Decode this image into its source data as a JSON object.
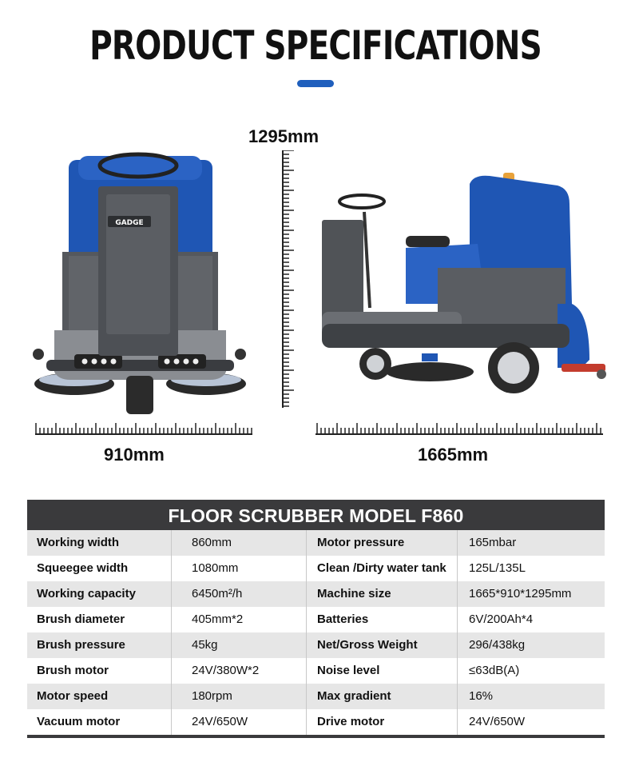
{
  "page": {
    "title": "PRODUCT SPECIFICATIONS",
    "accent_color": "#1f5fbd"
  },
  "dimensions": {
    "height": "1295mm",
    "width": "910mm",
    "length": "1665mm"
  },
  "machine": {
    "brand_logo": "GADGE",
    "body_color": "#1f56b4",
    "frame_color": "#4a4d52"
  },
  "table": {
    "header": "FLOOR SCRUBBER MODEL F860",
    "header_bg": "#3a3a3c",
    "rows": [
      {
        "l1": "Working width",
        "v1": "860mm",
        "l2": "Motor pressure",
        "v2": "165mbar"
      },
      {
        "l1": "Squeegee width",
        "v1": "1080mm",
        "l2": "Clean /Dirty water tank",
        "v2": "125L/135L"
      },
      {
        "l1": "Working capacity",
        "v1": "6450m²/h",
        "l2": "Machine size",
        "v2": "1665*910*1295mm"
      },
      {
        "l1": "Brush diameter",
        "v1": "405mm*2",
        "l2": "Batteries",
        "v2": "6V/200Ah*4"
      },
      {
        "l1": "Brush pressure",
        "v1": "45kg",
        "l2": "Net/Gross Weight",
        "v2": "296/438kg"
      },
      {
        "l1": "Brush motor",
        "v1": "24V/380W*2",
        "l2": "Noise level",
        "v2": "≤63dB(A)"
      },
      {
        "l1": "Motor speed",
        "v1": "180rpm",
        "l2": "Max gradient",
        "v2": "16%"
      },
      {
        "l1": "Vacuum motor",
        "v1": "24V/650W",
        "l2": "Drive motor",
        "v2": "24V/650W"
      }
    ]
  }
}
